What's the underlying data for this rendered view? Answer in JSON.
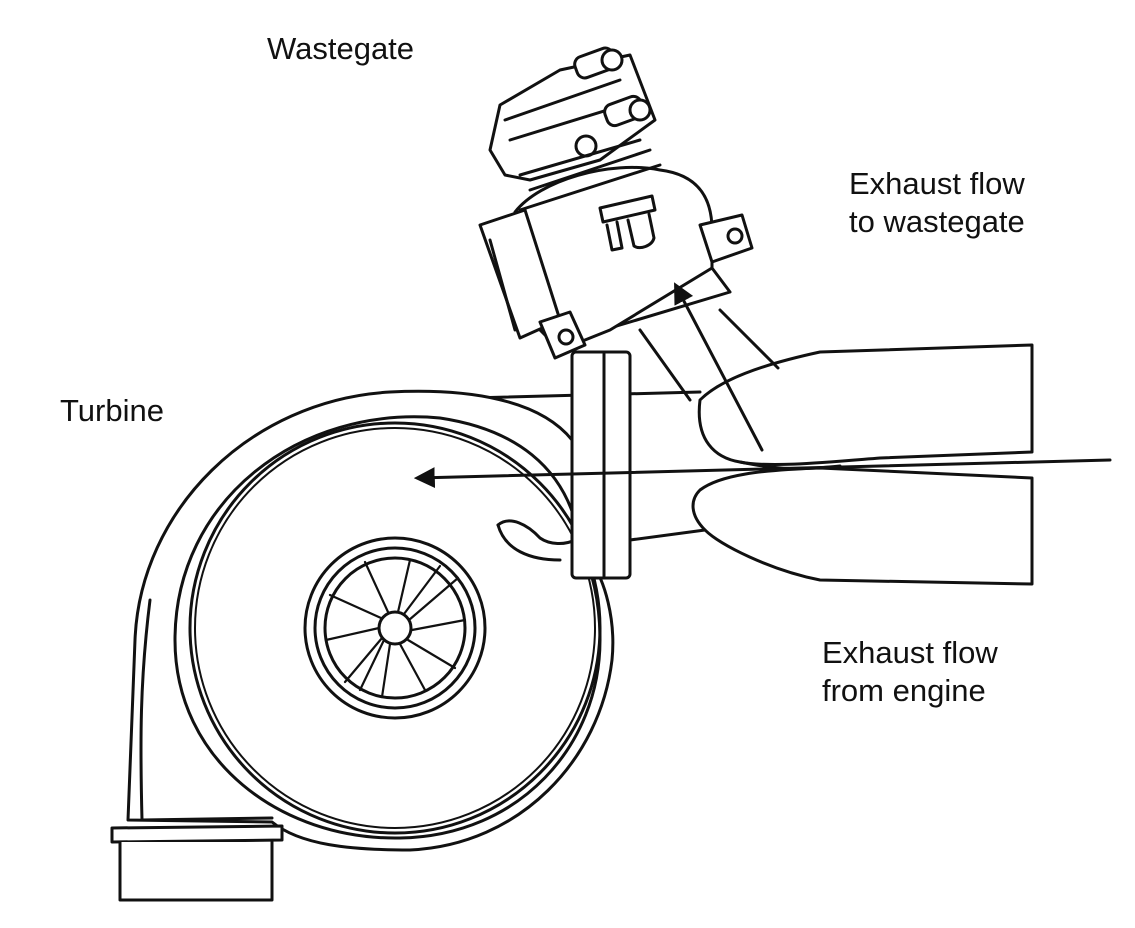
{
  "labels": {
    "wastegate": "Wastegate",
    "exhaust_to_wastegate": [
      "Exhaust flow",
      "to wastegate"
    ],
    "turbine": "Turbine",
    "exhaust_from_engine": [
      "Exhaust flow",
      "from engine"
    ]
  },
  "colors": {
    "line": "#111111",
    "background": "#ffffff"
  },
  "icons": {
    "logo": "tial-logo-icon"
  }
}
